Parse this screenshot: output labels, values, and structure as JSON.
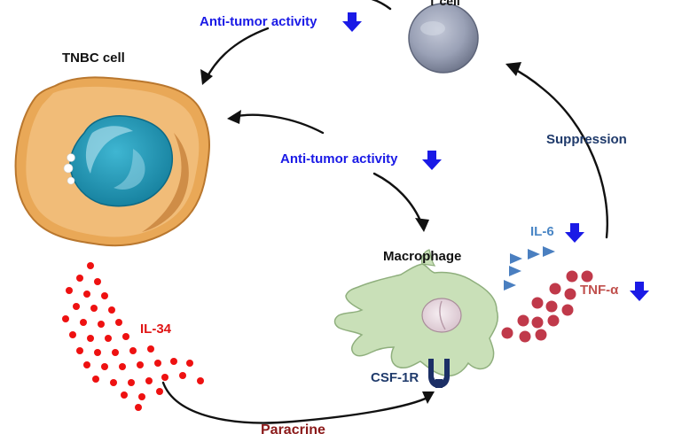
{
  "labels": {
    "t_cell": "T cell",
    "tnbc_cell": "TNBC cell",
    "macrophage": "Macrophage",
    "anti_tumor_top": "Anti-tumor activity",
    "anti_tumor_middle": "Anti-tumor activity",
    "suppression": "Suppression",
    "il6": "IL-6",
    "tnf_alpha": "TNF-α",
    "il34": "IL-34",
    "csf1r": "CSF-1R",
    "paracrine": "Paracrine"
  },
  "colors": {
    "decrease_arrow": "#1a1ae6",
    "il34_dots": "#ee1111",
    "tnf_dots": "#c0394a",
    "il6_triangles": "#4a7fc0",
    "macrophage_body": "#c9e0b8",
    "tnbc_cytoplasm": "#e9a857",
    "tnbc_nucleus": "#1a8fb0",
    "t_cell": "#8f96ab",
    "receptor": "#1c2f66"
  },
  "icons": {
    "decrease": "down-arrow-icon"
  }
}
